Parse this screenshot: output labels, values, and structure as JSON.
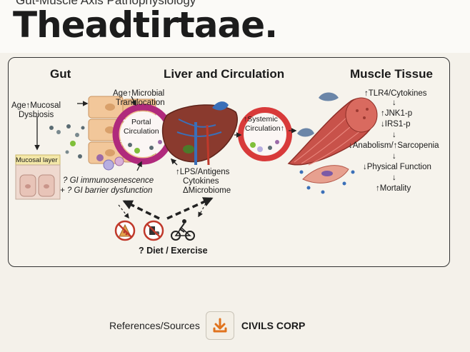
{
  "header": {
    "subtitle": "Gut-Muscle Axis Pathophysiology",
    "title": "Theadtirtaae."
  },
  "sections": {
    "gut": "Gut",
    "liver": "Liver and Circulation",
    "muscle": "Muscle Tissue"
  },
  "gut": {
    "age_line1": "Age↑Mucosal",
    "age_line2": "Dysbiosis",
    "mucosal_layer": "Mucosal layer",
    "immuno": "? GI immunosenescence",
    "barrier": "+ ? GI barrier dysfunction"
  },
  "liver": {
    "micro_line1": "Age↑Microbial",
    "micro_line2": "Translocation",
    "portal_line1": "Portal",
    "portal_line2": "Circulation",
    "systemic_line1": "↑Systemic",
    "systemic_line2": "Circulation↑",
    "lps": "↑LPS/Antigens",
    "cytokines": "Cytokines",
    "microbiome": "ΔMicrobiome"
  },
  "muscle": {
    "cascade": [
      "↑TLR4/Cytokines",
      "↑JNK1-p",
      "↓IRS1-p",
      "↓Anabolism/↑Sarcopenia",
      "↓Physical Function",
      "↑Mortality"
    ]
  },
  "intervention": {
    "label": "? Diet / Exercise",
    "icons": [
      "no-pizza-icon",
      "no-fastfood-icon",
      "cyclist-icon"
    ]
  },
  "footer": {
    "references": "References/Sources",
    "brand": "CIVILS CORP"
  },
  "colors": {
    "portal_ring": "#b02a7c",
    "systemic_ring": "#d83a3a",
    "liver": "#8a3a2e",
    "muscle": "#c8524a",
    "gut_cell": "#f2c79a",
    "download_icon": "#e0731e"
  }
}
